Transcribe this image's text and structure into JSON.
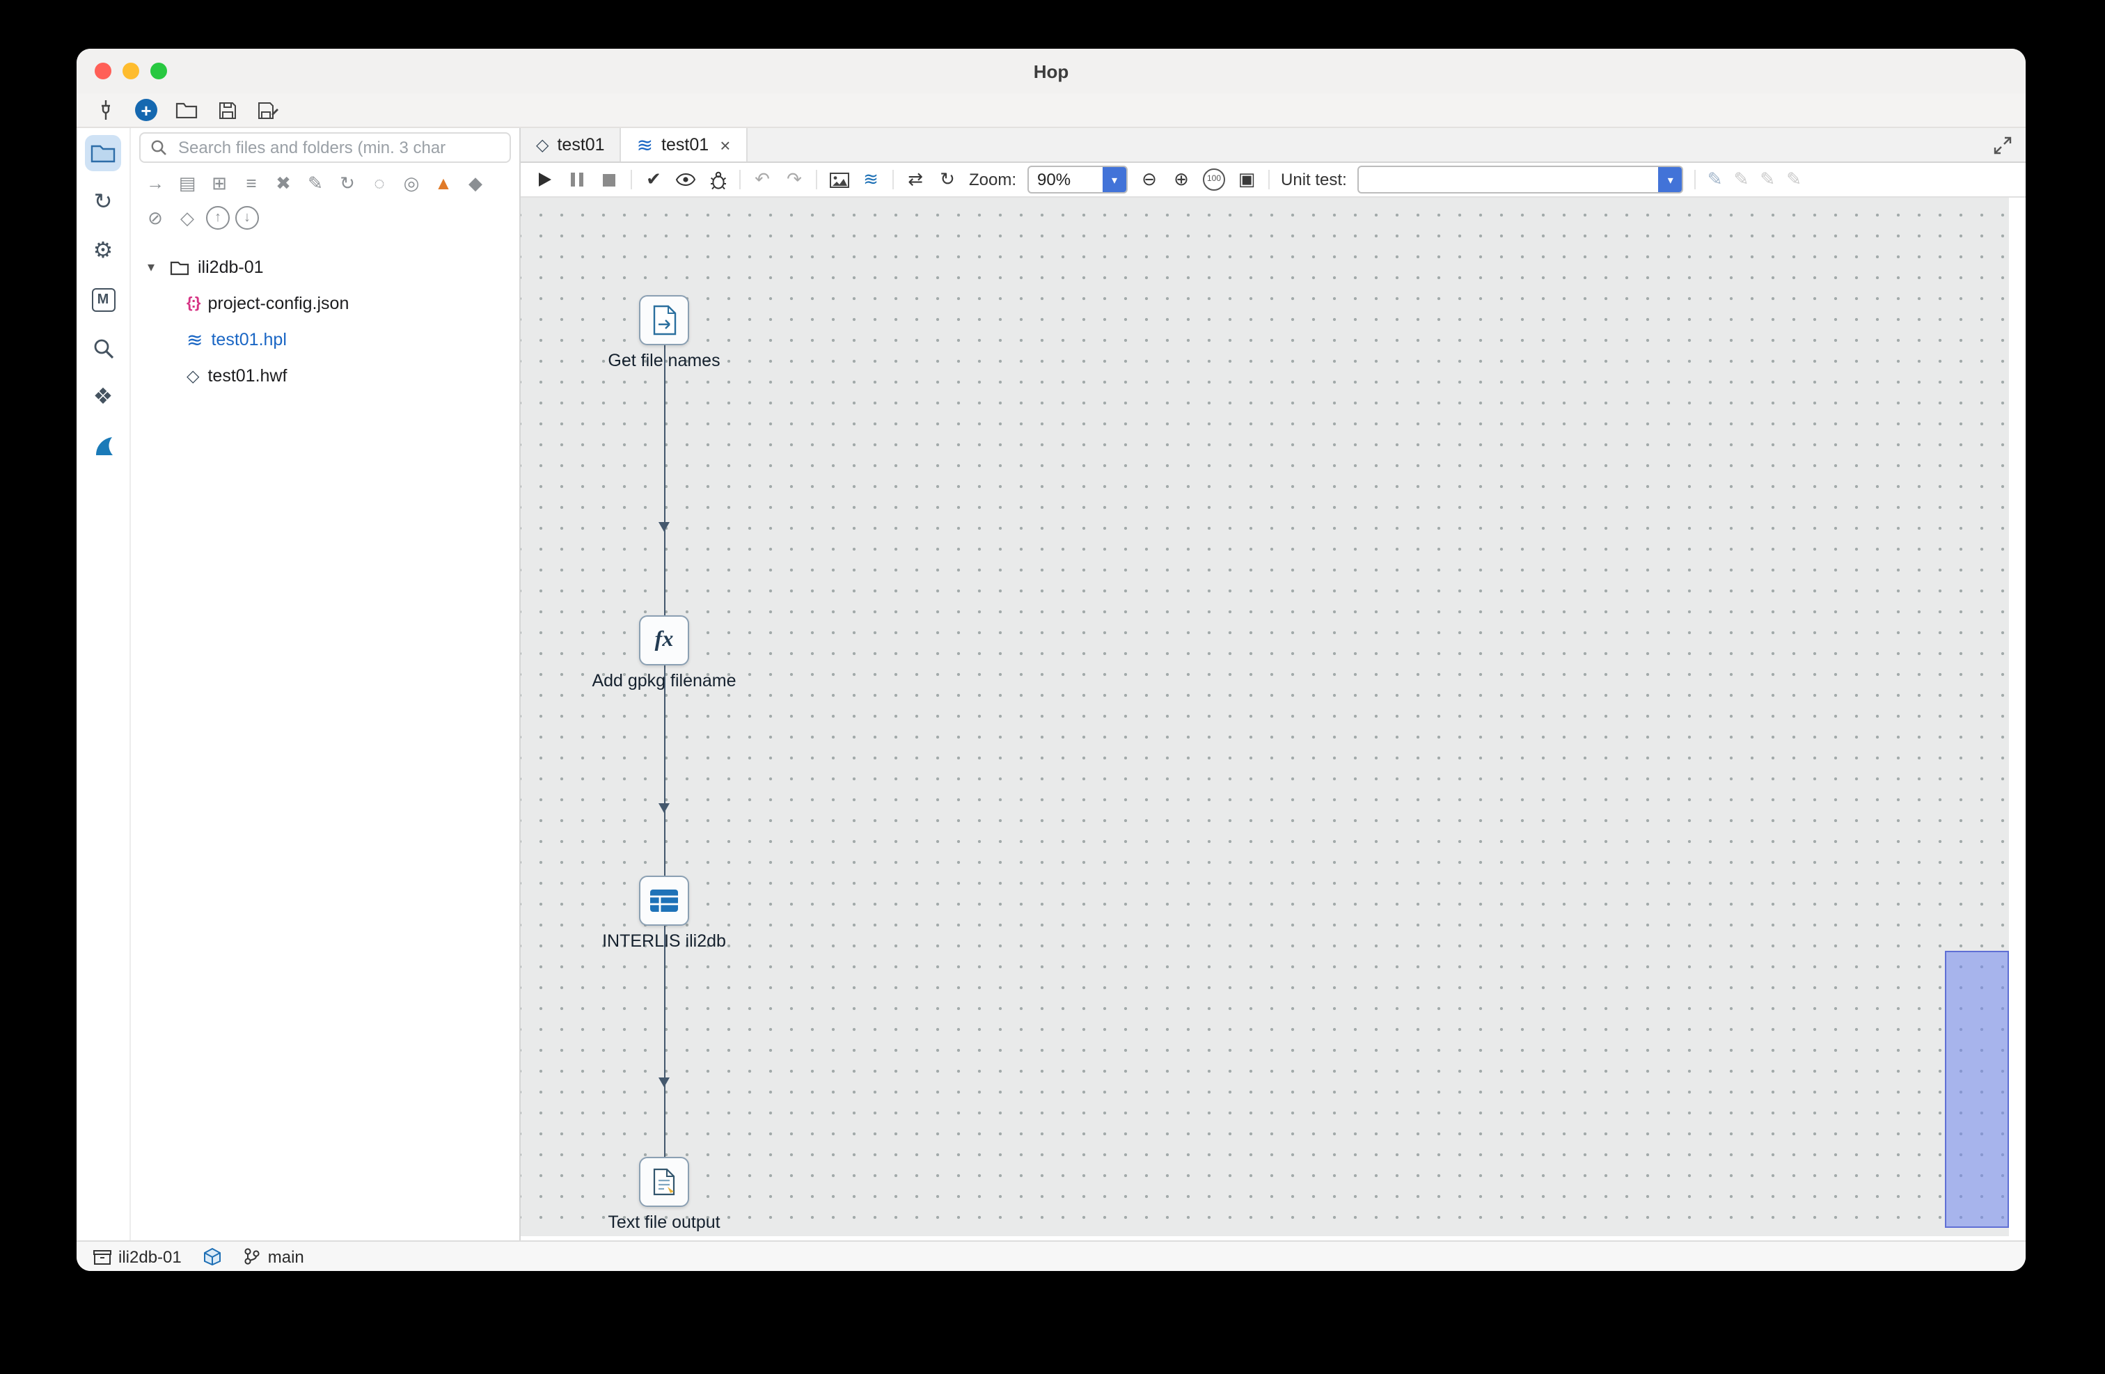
{
  "window": {
    "title": "Hop"
  },
  "main_toolbar": {
    "new_glyph": "+"
  },
  "sidebar": {
    "glyphs": {
      "loop": "↻",
      "gear": "⚙",
      "metadata": "M",
      "plugins": "❖"
    }
  },
  "explorer": {
    "search_placeholder": "Search files and folders (min. 3 char",
    "tools_row1": [
      {
        "name": "forward",
        "glyph": "→"
      },
      {
        "name": "open-folder",
        "glyph": "▤"
      },
      {
        "name": "expand-all",
        "glyph": "⊞"
      },
      {
        "name": "collapse-all",
        "glyph": "≡"
      },
      {
        "name": "delete",
        "glyph": "✖"
      },
      {
        "name": "rename",
        "glyph": "✎"
      },
      {
        "name": "refresh",
        "glyph": "↻"
      },
      {
        "name": "show-hidden",
        "glyph": "◌"
      },
      {
        "name": "locate",
        "glyph": "◎"
      },
      {
        "name": "db-delete",
        "glyph": "▲"
      },
      {
        "name": "db-cleanup",
        "glyph": "◆"
      }
    ],
    "tools_row2": [
      {
        "name": "eraser",
        "glyph": "⊘"
      },
      {
        "name": "hop",
        "glyph": "◇"
      },
      {
        "name": "up",
        "glyph": "↑"
      },
      {
        "name": "down",
        "glyph": "↓"
      }
    ],
    "tree": {
      "chevron": "▾",
      "root": "ili2db-01",
      "files": [
        {
          "label": "project-config.json",
          "icon": "{:}"
        },
        {
          "label": "test01.hpl",
          "icon": "≋",
          "selected": true
        },
        {
          "label": "test01.hwf",
          "icon": "◇"
        }
      ]
    }
  },
  "tabs": {
    "items": [
      {
        "label": "test01",
        "icon": "◇"
      },
      {
        "label": "test01",
        "icon": "≋",
        "close": "×",
        "active": true
      }
    ]
  },
  "canvas_toolbar": {
    "check": "✔",
    "undo": "↶",
    "redo": "↷",
    "wave": "≋",
    "swap": "⇄",
    "refresh": "↻",
    "zoom_label": "Zoom:",
    "zoom_value": "90%",
    "dd": "▾",
    "minus": "⊖",
    "plus": "⊕",
    "hundred": "100",
    "fit": "▣",
    "unit_test_label": "Unit test:",
    "unit_test_value": "",
    "pencils": [
      "✎",
      "✎",
      "✎",
      "✎"
    ]
  },
  "pipeline": {
    "fx_glyph": "fx",
    "transforms": [
      {
        "name": "Get file names"
      },
      {
        "name": "Add gpkg filename"
      },
      {
        "name": "INTERLIS ili2db"
      },
      {
        "name": "Text file output"
      }
    ]
  },
  "status_bar": {
    "project": "ili2db-01",
    "branch": "main"
  }
}
